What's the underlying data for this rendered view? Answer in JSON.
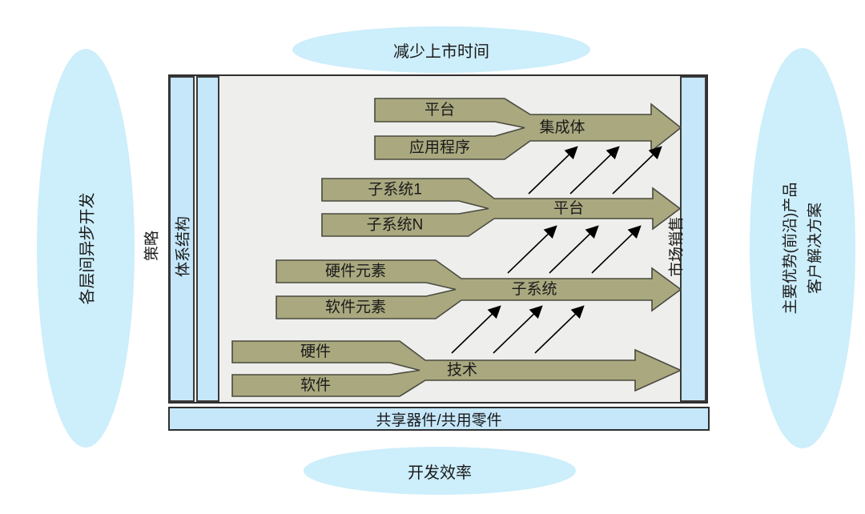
{
  "ellipses": {
    "top": "减少上市时间",
    "bottom": "开发效率",
    "left": "各层间异步开发",
    "right_line1": "主要优势(前沿)产品",
    "right_line2": "客户解决方案"
  },
  "side_labels": {
    "strategy": "策略",
    "architecture": "体系结构",
    "market_sales": "市场销售",
    "shared_parts": "共享器件/共用零件"
  },
  "layers": [
    {
      "inputs": [
        "平台",
        "应用程序"
      ],
      "output": "集成体"
    },
    {
      "inputs": [
        "子系统1",
        "子系统N"
      ],
      "output": "平台"
    },
    {
      "inputs": [
        "硬件元素",
        "软件元素"
      ],
      "output": "子系统"
    },
    {
      "inputs": [
        "硬件",
        "软件"
      ],
      "output": "技术"
    }
  ],
  "colors": {
    "ellipse_fill": "#cdeefb",
    "strip_fill": "#c5e7f9",
    "box_interior": "#eeeeec",
    "arrow_fill": "#a9a87f",
    "arrow_stroke": "#4a4a3f",
    "border": "#2f2f2f",
    "text": "#1a1a1a"
  }
}
